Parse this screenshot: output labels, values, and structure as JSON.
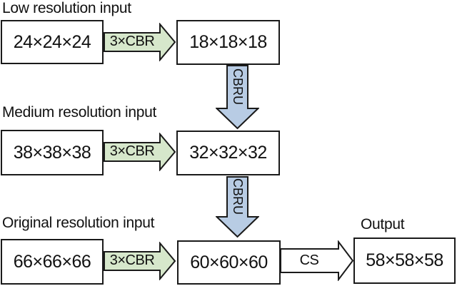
{
  "diagram": {
    "colors": {
      "background": "#ffffff",
      "box_fill": "#ffffff",
      "outline": "#1a1a1a",
      "green_arrow_fill": "#d6e7cb",
      "blue_arrow_fill": "#b8cce4",
      "white_arrow_fill": "#ffffff",
      "text": "#111111"
    },
    "rows": [
      {
        "heading": "Low resolution input",
        "input": "24×24×24",
        "arrow": "3×CBR",
        "feature": "18×18×18"
      },
      {
        "heading": "Medium resolution input",
        "input": "38×38×38",
        "arrow": "3×CBR",
        "feature": "32×32×32"
      },
      {
        "heading": "Original resolution input",
        "input": "66×66×66",
        "arrow": "3×CBR",
        "feature": "60×60×60"
      }
    ],
    "down_arrows": [
      {
        "label": "CBRU"
      },
      {
        "label": "CBRU"
      }
    ],
    "output": {
      "heading": "Output",
      "arrow": "CS",
      "box": "58×58×58"
    }
  }
}
